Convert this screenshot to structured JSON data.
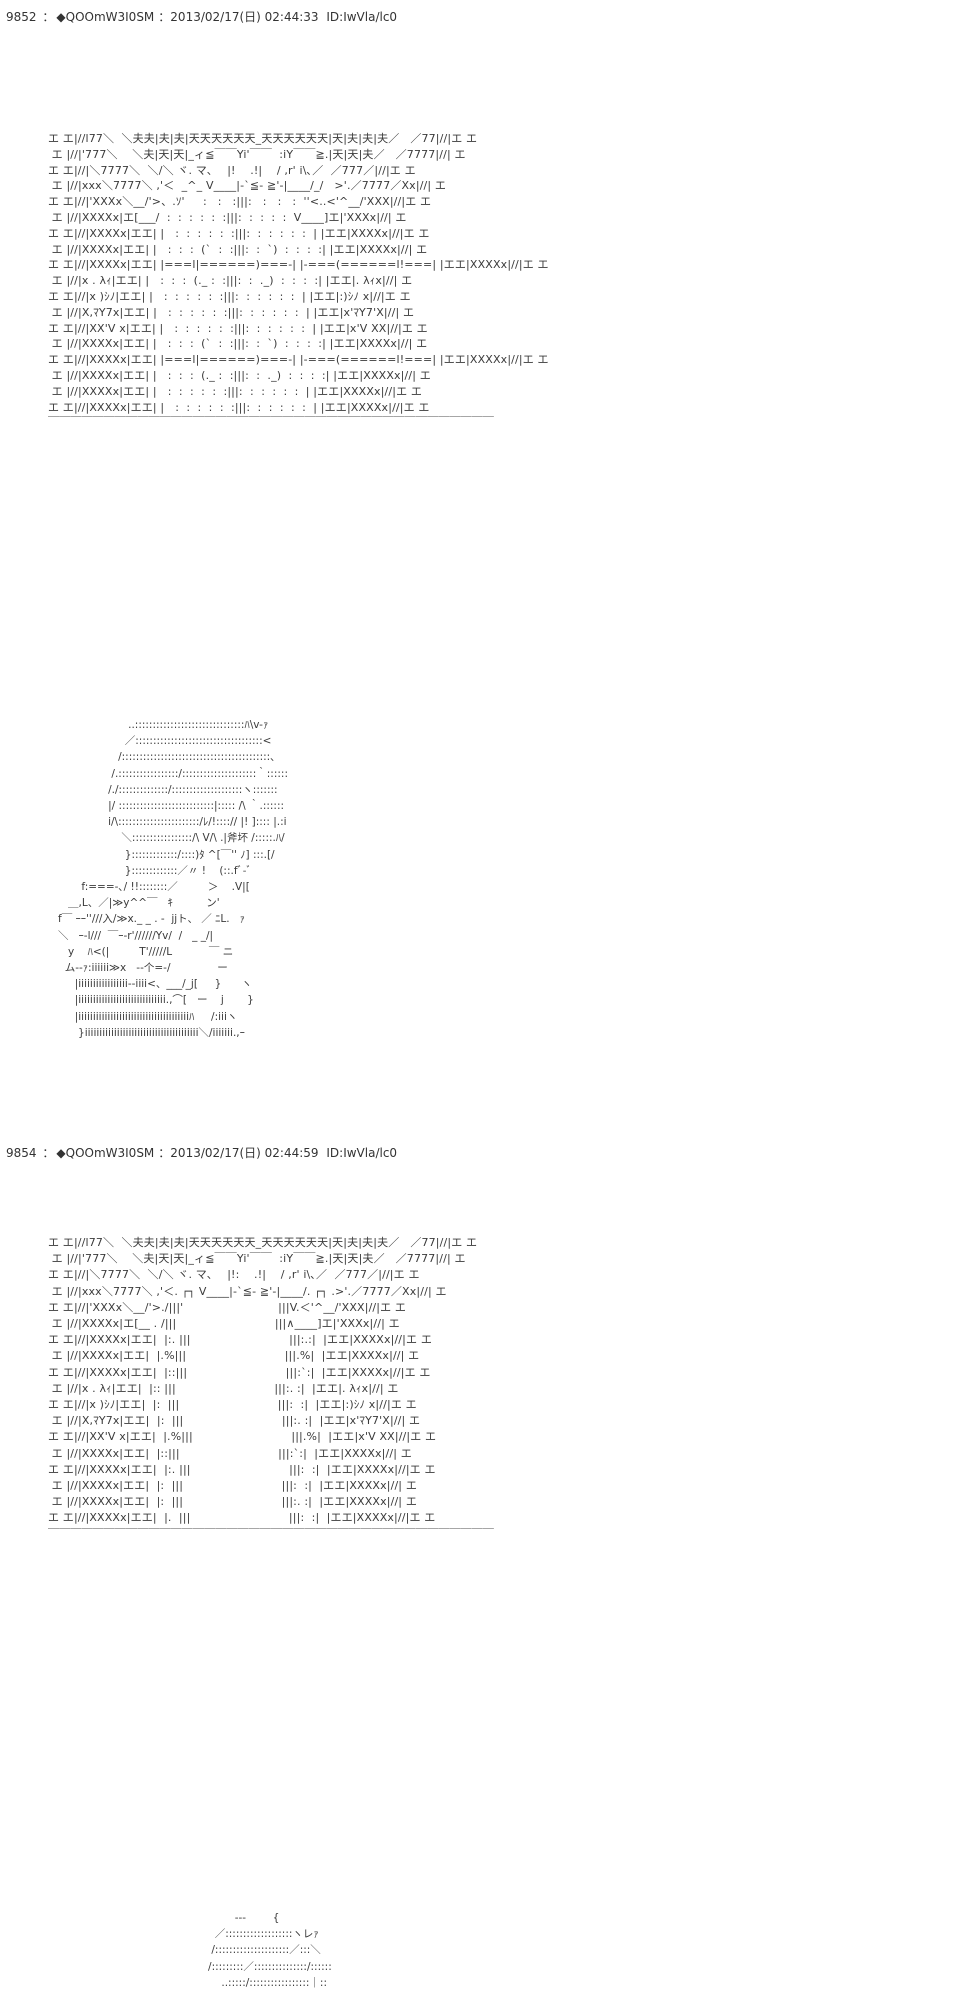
{
  "posts": [
    {
      "number": "9852",
      "separator": "：",
      "author": "◆QOOmW3I0SM",
      "date": "：2013/02/17(日) 02:44:33",
      "id": "ID:IwVla/lc0",
      "gate_art": "エ エ|//l77＼  ＼夫夫|夫|夫|天天天天天天_天天天天天天|天|夫|夫|夫／   ／77|//|エ エ\n エ |//|'777＼    ＼夫|天|天|_ィ≦￣￣Yi'￣￣  :iY￣￣≧.|天|天|夫／   ／7777|//| エ\nエ エ|//|＼7777＼  ＼/＼ ヾ. マ､    |!    .!|    / ,r' i\\､／  ／777／|//|エ エ\n エ |//|xxx＼7777＼ ,'＜  _^_ V____|-`≦- ≧'-|____/_/   >'.／7777／Xx|//| エ\nエ エ|//|'XXXx＼__/'>、.ｿ'     :   :   :|||:   :   :   :  ''<..<'^__/'XXX|//|エ エ\n エ |//|XXXXx|エ[___/  :  :  :  :  :  :|||:  :  :  :  :  V____]エ|'XXXx|//| エ\nエ エ|//|XXXXx|エエ| |   :  :  :  :  :  :|||:  :  :  :  :  :  | |エエ|XXXXx|//|エ エ\n エ |//|XXXXx|エエ| |   :  :  :  (`  :  :|||:  :  `)  :  :  :  :| |エエ|XXXXx|//| エ\nエ エ|//|XXXXx|エエ| |===l|======)===-| |-===(======l!===| |エエ|XXXXx|//|エ エ\n エ |//|x . λｨ|エエ| |   :  :  :  (._ :  :|||:  :  ._)  :  :  :  :| |エエ|. λｨx|//| エ\nエ エ|//|x )ｼﾉ|エエ| |   :  :  :  :  :  :|||:  :  :  :  :  :  | |エエ|:)ｼﾉ x|//|エ エ\n エ |//|X,ﾏY7x|エエ| |   :  :  :  :  :  :|||:  :  :  :  :  :  | |エエ|x'ﾏY7'X|//| エ\nエ エ|//|XX'V x|エエ| |   :  :  :  :  :  :|||:  :  :  :  :  :  | |エエ|x'V XX|//|エ エ\n エ |//|XXXXx|エエ| |   :  :  :  (`  :  :|||:  :  `)  :  :  :  :| |エエ|XXXXx|//| エ\nエ エ|//|XXXXx|エエ| |===l|======)===-| |-===(======l!===| |エエ|XXXXx|//|エ エ\n エ |//|XXXXx|エエ| |   :  :  :  (._ :  :|||:  :  ._)  :  :  :  :| |エエ|XXXXx|//| エ\n エ |//|XXXXx|エエ| |   :  :  :  :  :  :|||:  :  :  :  :  :  | |エエ|XXXXx|//|エ エ\nエ エ|//|XXXXx|エエ| |   :  :  :  :  :  :|||:  :  :  :  :  :  | |エエ|XXXXx|//|エ エ\n￣￣￣￣￣￣￣￣￣￣￣￣￣￣￣￣￣￣￣￣￣￣￣￣￣￣￣￣￣￣￣￣￣￣￣￣￣￣￣￣",
      "figure_art": "                        ..:::::::::::::::::::::::::::::::ﾊ\\v-ｧ\n                       ／::::::::::::::::::::::::::::::::::::<\n                     /::::::::::::::::::::::::::::::::::::::::::､\n                   /.:::::::::::::::::/:::::::::::::::::::::｀::::::\n                  /./::::::::::::::/::::::::::::::::::::ヽ:::::::\n                  |/ :::::::::::::::::::::::::::|::::: /\\ ｀.::::::\n                  i/\\:::::::::::::::::::::::/ﾚ/!::::// |! ]:::: |.:i\n                      ＼:::::::::::::::::/\\ V/\\ .|斧坏 /:::::.ﾊ/\n                       }:::::::::::::/::::)ﾀ ^[￣'' ﾉ] :::.[/\n                       }:::::::::::::／〃 !    (::.fﾞ-ﾞ\n          f:===-､/ !!::::::::／         ＞    .V|[\n      ＿,L、／|≫y^^￣   ｷ          ン'\n   f￣ ｰｰ''///入/≫x._ _ . -  jjト、 ／ ﾆL.   ｧ\n   ＼   ｰ-l///  ￣ｰ-r'//////Yv/  /   _ _/|\n      y    ﾊ<(|         T'/////L           ￣ ニ\n     ム--ｧ:iiiiii≫x   -‐个=-/              ー\n        |iiiiiiiiiiiiiiiii-‐iiii<、___/_j[     }      ヽ\n        |iiiiiiiiiiiiiiiiiiiiiiiiiiiiii.,⌒[   ー    j       }\n        |iiiiiiiiiiiiiiiiiiiiiiiiiiiiiiiiiiiiiiﾊ     /:iiiヽ\n         }iiiiiiiiiiiiiiiiiiiiiiiiiiiiiiiiiiiiiii＼/iiiiiii.,ｰ"
    },
    {
      "number": "9854",
      "separator": "：",
      "author": "◆QOOmW3I0SM",
      "date": "：2013/02/17(日) 02:44:59",
      "id": "ID:IwVla/lc0",
      "gate_art": "エ エ|//l77＼  ＼夫夫|夫|夫|天天天天天天_天天天天天天|天|夫|夫|夫／   ／77|//|エ エ\n エ |//|'777＼    ＼夫|天|天|_ィ≦￣￣Yi'￣￣  :iY￣￣≧.|天|天|夫／   ／7777|//| エ\nエ エ|//|＼7777＼  ＼/＼ ヾ. マ､    |!:    .!|    / ,r' i\\､／  ／777／|//|エ エ\n エ |//|xxx＼7777＼ ,'＜. ┌┐ V____|-`≦- ≧'-|____/. ┌┐ .>'.／7777／Xx|//| エ\nエ エ|//|'XXXx＼__/'>./|||'                          |||V.＜'^__/'XXX|//|エ エ\n エ |//|XXXXx|エ[__ . /|||                           |||∧____]エ|'XXXx|//| エ\nエ エ|//|XXXXx|エエ|  |:. |||                           |||:.:|  |エエ|XXXXx|//|エ エ\n エ |//|XXXXx|エエ|  |.%|||                           |||.%|  |エエ|XXXXx|//| エ\nエ エ|//|XXXXx|エエ|  |::|||                           |||:`:|  |エエ|XXXXx|//|エ エ\n エ |//|x . λｨ|エエ|  |:: |||                           |||:. :|  |エエ|. λｨx|//| エ\nエ エ|//|x )ｼﾉ|エエ|  |:  |||                           |||:  :|  |エエ|:)ｼﾉ x|//|エ エ\n エ |//|X,ﾏY7x|エエ|  |:  |||                           |||:. :|  |エエ|x'ﾏY7'X|//| エ\nエ エ|//|XX'V x|エエ|  |.%|||                           |||.%|  |エエ|x'V XX|//|エ エ\n エ |//|XXXXx|エエ|  |::|||                           |||:`:|  |エエ|XXXXx|//| エ\nエ エ|//|XXXXx|エエ|  |:. |||                           |||:  :|  |エエ|XXXXx|//|エ エ\n エ |//|XXXXx|エエ|  |:  |||                           |||:  :|  |エエ|XXXXx|//| エ\n エ |//|XXXXx|エエ|  |:  |||                           |||:. :|  |エエ|XXXXx|//| エ\nエ エ|//|XXXXx|エエ|  |.  |||                           |||:  :|  |エエ|XXXXx|//|エ エ\n￣￣￣￣￣￣￣￣￣￣￣￣￣￣￣￣￣￣￣￣￣￣￣￣￣￣￣￣￣￣￣￣￣￣￣￣￣￣￣￣",
      "figure_art": "              --‐        {\n        ／:::::::::::::::::::ヽレｧ\n       /:::::::::::::::::::::／:::＼\n      /:::::::::／:::::::::::::::/::::::\n          ..:::::/:::::::::::::::::｜::"
    }
  ]
}
